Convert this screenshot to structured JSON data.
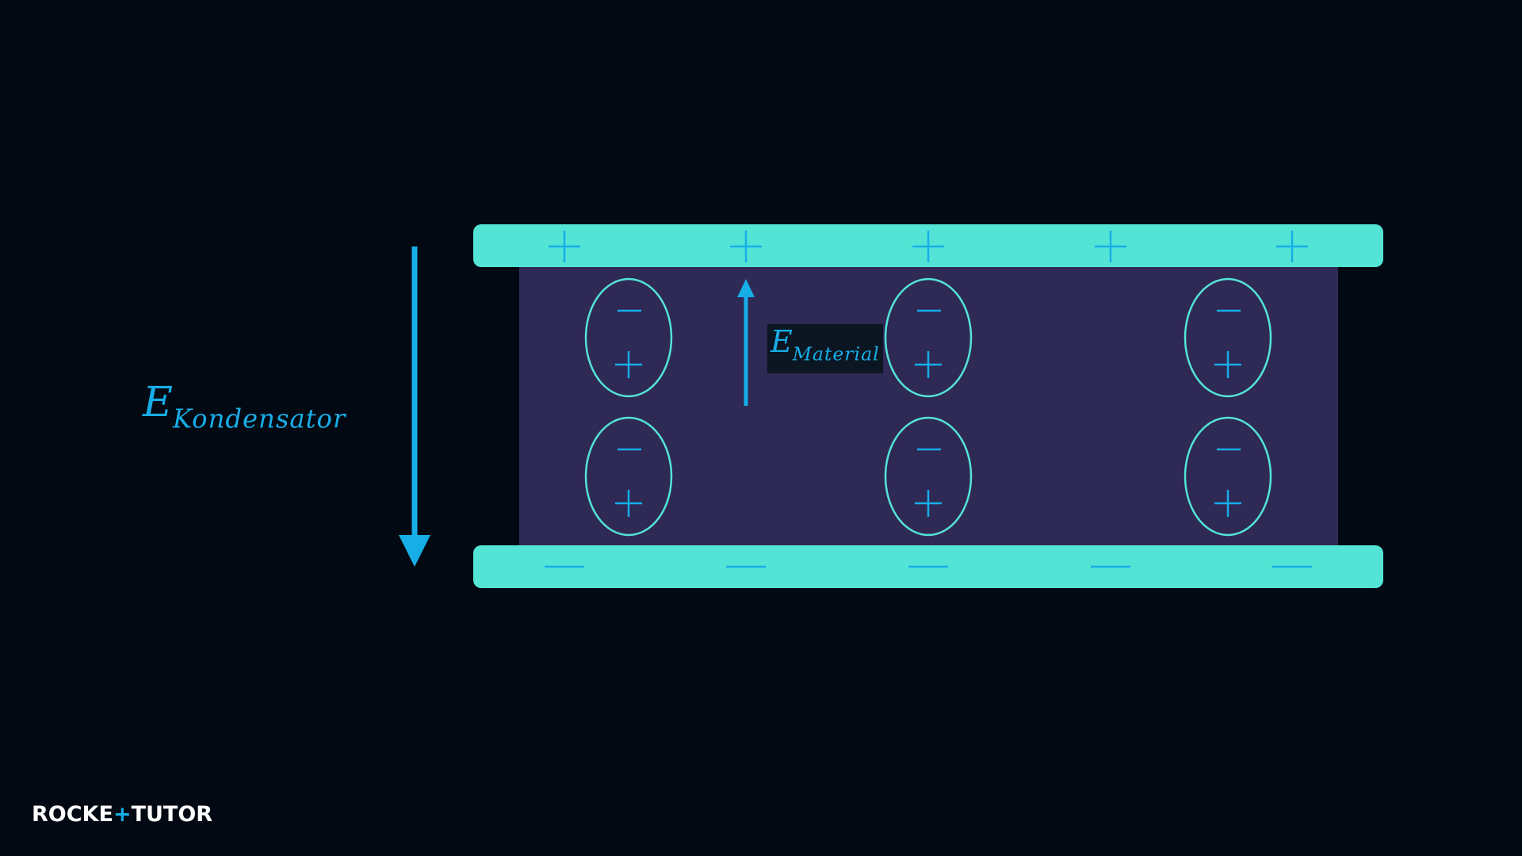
{
  "diagram": {
    "field_capacitor_label": {
      "main": "E",
      "sub": "Kondensator"
    },
    "field_material_label": {
      "main": "E",
      "sub": "Material"
    },
    "top_plate_charges": [
      "+",
      "+",
      "+",
      "+",
      "+"
    ],
    "bottom_plate_charges": [
      "—",
      "—",
      "—",
      "—",
      "—"
    ],
    "dipole_negative": "—",
    "dipole_positive": "+",
    "dipole_count": 6
  },
  "colors": {
    "background": "#020912",
    "plate": "#53e4d6",
    "dielectric": "#2f2956",
    "arrow": "#17aee8",
    "dipole_outline": "#53e4d6",
    "charge_symbol": "#17aee8"
  },
  "logo": {
    "part1": "ROCKE",
    "plus": "+",
    "part2": "TUTOR"
  }
}
